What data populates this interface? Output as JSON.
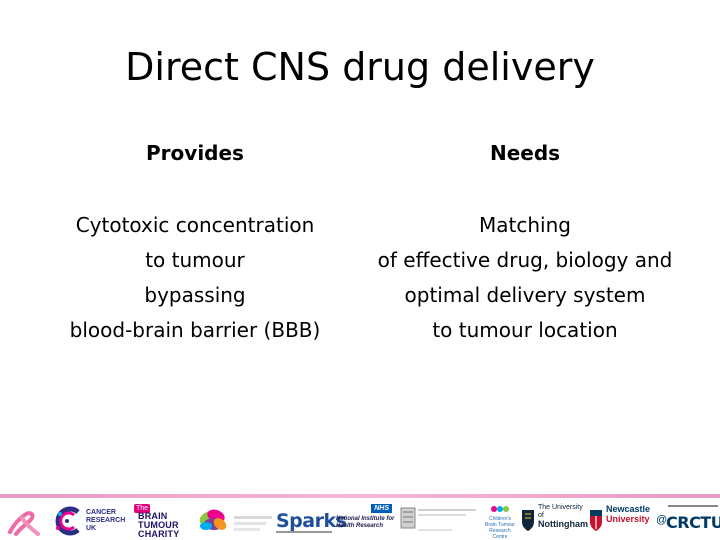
{
  "slide": {
    "title": "Direct CNS drug delivery"
  },
  "columns": {
    "left": {
      "heading": "Provides",
      "lines": [
        "Cytotoxic concentration",
        "to tumour",
        "bypassing",
        "blood-brain barrier (BBB)"
      ]
    },
    "right": {
      "heading": "Needs",
      "lines": [
        "Matching",
        "of effective drug, biology and",
        "optimal delivery system",
        "to tumour location"
      ]
    }
  },
  "footer": {
    "accent_color": "#e79ac2",
    "logos": {
      "cruk": [
        "CANCER",
        "RESEARCH",
        "UK"
      ],
      "btc_the": "The",
      "btc_name": [
        "BRAIN",
        "TUMOUR",
        "CHARITY"
      ],
      "sparks": "Sparks",
      "nhs": "NHS",
      "nihr": [
        "National Institute for",
        "Health Research"
      ],
      "cbt": [
        "Children's",
        "Brain Tumour",
        "Research Centre"
      ],
      "notts_top": "The University of",
      "notts_name": "Nottingham",
      "ncl_name": "Newcastle",
      "ncl_sub": "University",
      "crctu_at": "@",
      "crctu": "CRCTU"
    }
  }
}
